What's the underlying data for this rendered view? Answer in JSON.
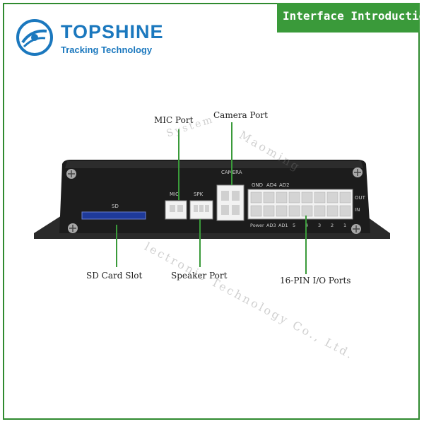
{
  "banner": {
    "title": "Interface Introduction"
  },
  "brand": {
    "name": "TOPSHINE",
    "tagline": "Tracking Technology"
  },
  "device": {
    "sd_print": "SD",
    "camera_print": "CAMERA",
    "mic_print": "MIC",
    "spk_print": "SPK",
    "pin_top": [
      "GND",
      "AD4",
      "AD2"
    ],
    "pin_bottom": [
      "Power",
      "AD3",
      "AD1",
      "5",
      "4",
      "3",
      "2",
      "1"
    ],
    "out_print": "OUT",
    "in_print": "IN"
  },
  "callouts": {
    "mic": "MIC Port",
    "camera": "Camera Port",
    "sd": "SD Card Slot",
    "speaker": "Speaker Port",
    "io": "16-PIN I/O Ports"
  },
  "watermark": {
    "line1": "Maoming",
    "line2": "System",
    "line3": "lectronic Technology Co., Ltd."
  },
  "colors": {
    "banner_bg": "#3a9a3a",
    "brand_blue": "#1b78be",
    "frame": "#2f8a2f",
    "device_body": "#1c1c1c"
  }
}
